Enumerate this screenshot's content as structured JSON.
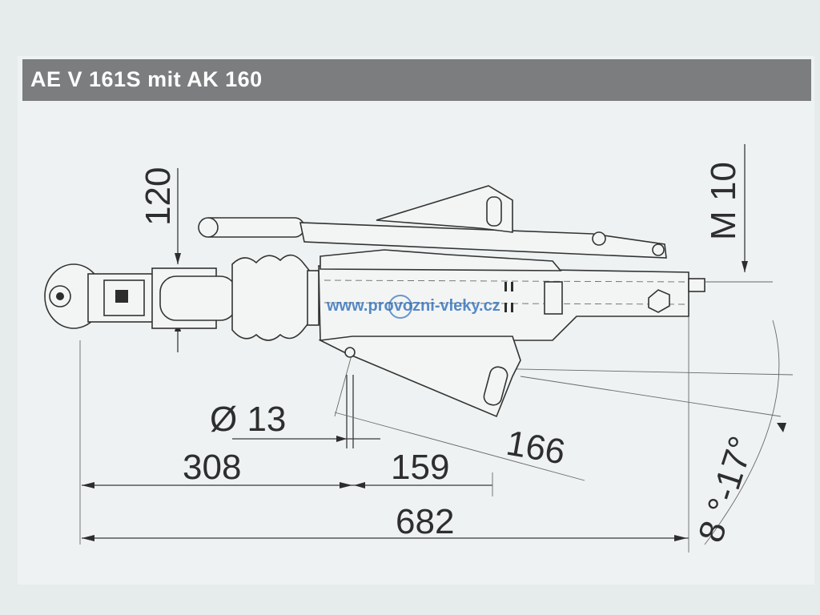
{
  "title": "AE V 161S mit AK 160",
  "dimensions": {
    "height_120": "120",
    "thread_m10": "M 10",
    "diameter_13": "Ø 13",
    "length_308": "308",
    "length_159": "159",
    "length_166": "166",
    "total_682": "682",
    "angle_range": "8 °-17°"
  },
  "watermark": "www.provozni-vleky.cz",
  "colors": {
    "title_bar": "#7b7d7f",
    "paper": "#eef2f2",
    "ink": "#2e2e2e",
    "watermark": "#2f6fb8"
  }
}
